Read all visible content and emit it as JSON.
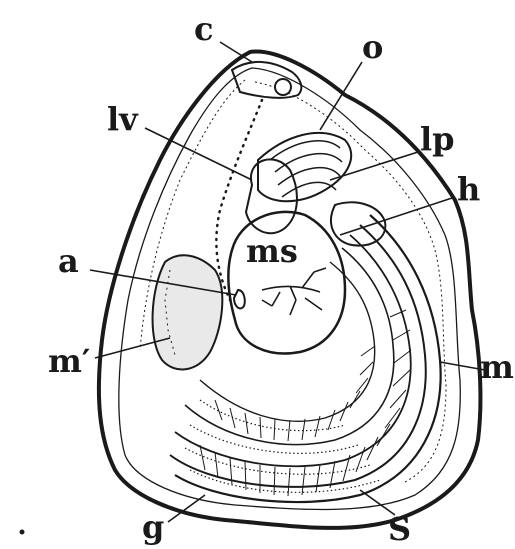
{
  "figure": {
    "labels": {
      "c": "c",
      "o": "o",
      "lv": "lv",
      "lp": "lp",
      "h": "h",
      "ms": "ms",
      "a": "a",
      "m_prime": "m′",
      "m": "m",
      "g": "g",
      "s": "S"
    },
    "colors": {
      "ink": "#1a1a1a",
      "paper": "#ffffff",
      "shade": "#e9e9e9"
    }
  }
}
